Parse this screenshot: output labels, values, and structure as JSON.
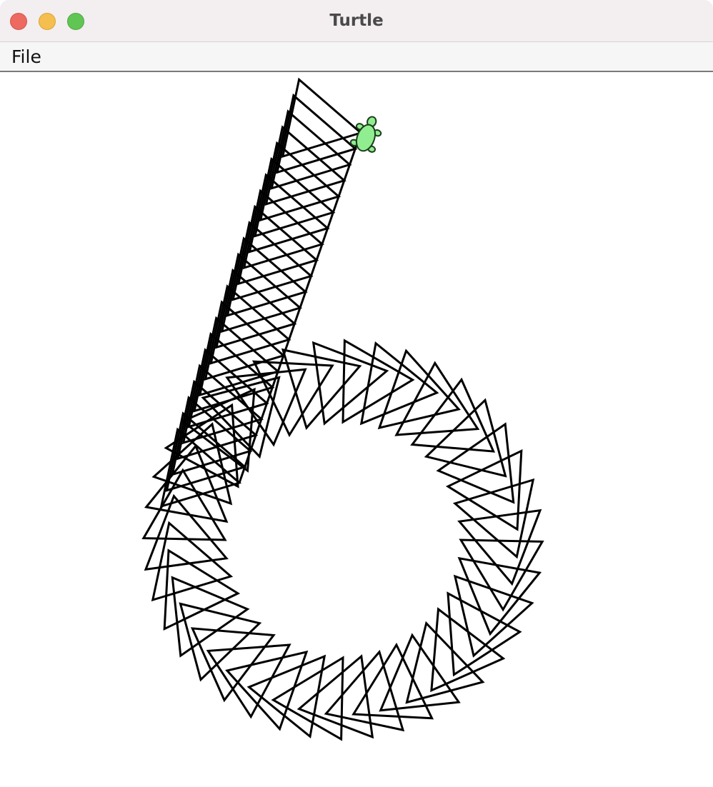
{
  "window": {
    "title": "Turtle",
    "controls": {
      "close": "close-button",
      "minimize": "minimize-button",
      "zoom": "zoom-button"
    }
  },
  "menubar": {
    "items": [
      {
        "label": "File"
      }
    ]
  },
  "canvas": {
    "background": "#ffffff",
    "pen_color": "#000000",
    "turtle_color": "#90ee90",
    "turtle_outline": "#1c3d1c",
    "shape": "triangle",
    "icon": "turtle-icon"
  }
}
